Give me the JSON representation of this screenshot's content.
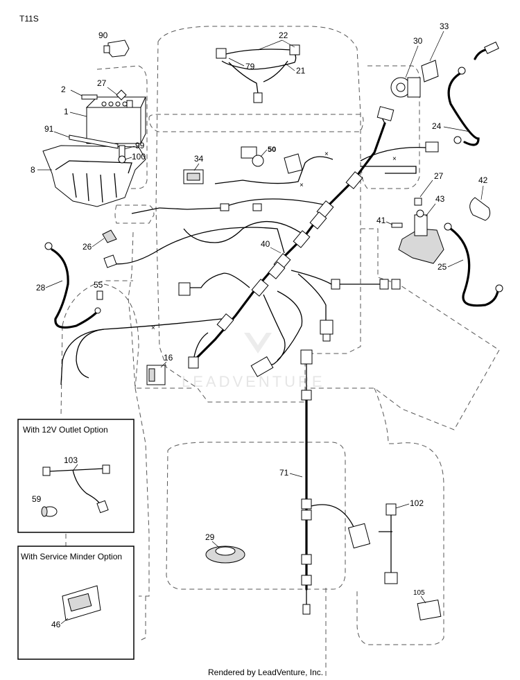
{
  "page_code": "T11S",
  "footer": "Rendered by LeadVenture, Inc.",
  "watermark": "LEADVENTURE",
  "inset_12v": {
    "title": "With 12V Outlet Option",
    "parts": [
      "103",
      "59"
    ]
  },
  "inset_service": {
    "title": "With Service Minder Option",
    "parts": [
      "46"
    ]
  },
  "callouts": [
    "90",
    "2",
    "27",
    "1",
    "91",
    "99",
    "100",
    "8",
    "22",
    "79",
    "21",
    "30",
    "33",
    "24",
    "34",
    "50",
    "27",
    "42",
    "43",
    "41",
    "25",
    "26",
    "40",
    "28",
    "55",
    "16",
    "71",
    "102",
    "29",
    "105"
  ]
}
